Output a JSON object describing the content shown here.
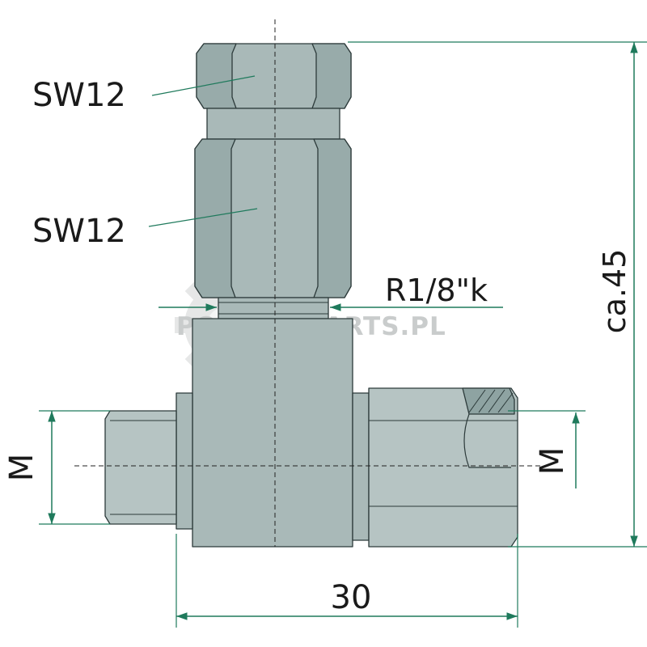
{
  "labels": {
    "sw_upper": "SW12",
    "sw_lower": "SW12",
    "thread": "R1/8\"k",
    "height_dim": "ca.45",
    "width_dim": "30",
    "m_left": "M",
    "m_right": "M"
  },
  "watermark": "POLTECHPARTS.PL",
  "colors": {
    "body_fill": "#a9b9b8",
    "body_dark": "#8ea3a2",
    "body_light": "#c2cfce",
    "outline": "#2c3a3a",
    "dimension": "#1f7a5c",
    "watermark": "#c9cccc"
  }
}
